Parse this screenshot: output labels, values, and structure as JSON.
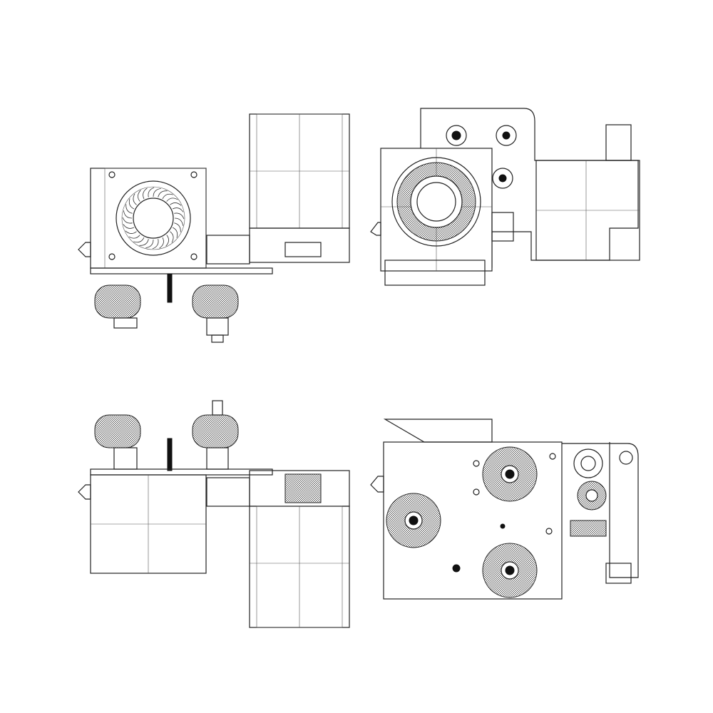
{
  "colors": {
    "background": "#ffffff",
    "line": "#222222",
    "fill": "#111111"
  },
  "views": [
    {
      "id": "front"
    },
    {
      "id": "side-right"
    },
    {
      "id": "back"
    },
    {
      "id": "side-left"
    }
  ]
}
